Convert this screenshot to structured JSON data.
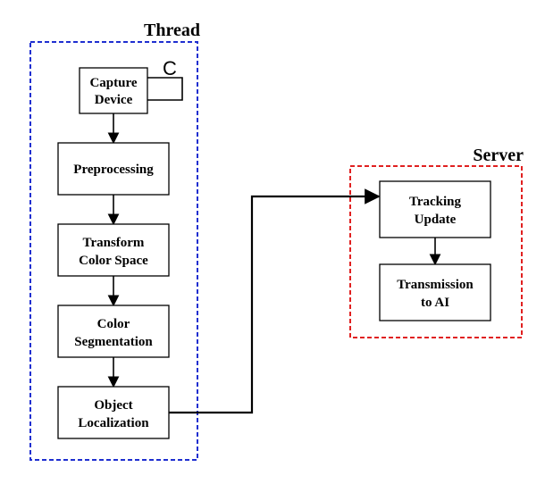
{
  "groups": {
    "thread": {
      "label": "Thread",
      "border_color": "#1f2fd0"
    },
    "server": {
      "label": "Server",
      "border_color": "#e02020"
    }
  },
  "nodes": {
    "capture_device": [
      "Capture",
      "Device"
    ],
    "preprocessing": [
      "Preprocessing"
    ],
    "transform_color_space": [
      "Transform",
      "Color Space"
    ],
    "color_segmentation": [
      "Color",
      "Segmentation"
    ],
    "object_localization": [
      "Object",
      "Localization"
    ],
    "tracking_update": [
      "Tracking",
      "Update"
    ],
    "transmission_to_ai": [
      "Transmission",
      "to AI"
    ]
  },
  "loop_label": "C",
  "edges": [
    {
      "from": "capture_device",
      "to": "preprocessing"
    },
    {
      "from": "preprocessing",
      "to": "transform_color_space"
    },
    {
      "from": "transform_color_space",
      "to": "color_segmentation"
    },
    {
      "from": "color_segmentation",
      "to": "object_localization"
    },
    {
      "from": "object_localization",
      "to": "tracking_update"
    },
    {
      "from": "tracking_update",
      "to": "transmission_to_ai"
    },
    {
      "from": "capture_device",
      "to": "capture_device",
      "kind": "self-loop"
    }
  ]
}
